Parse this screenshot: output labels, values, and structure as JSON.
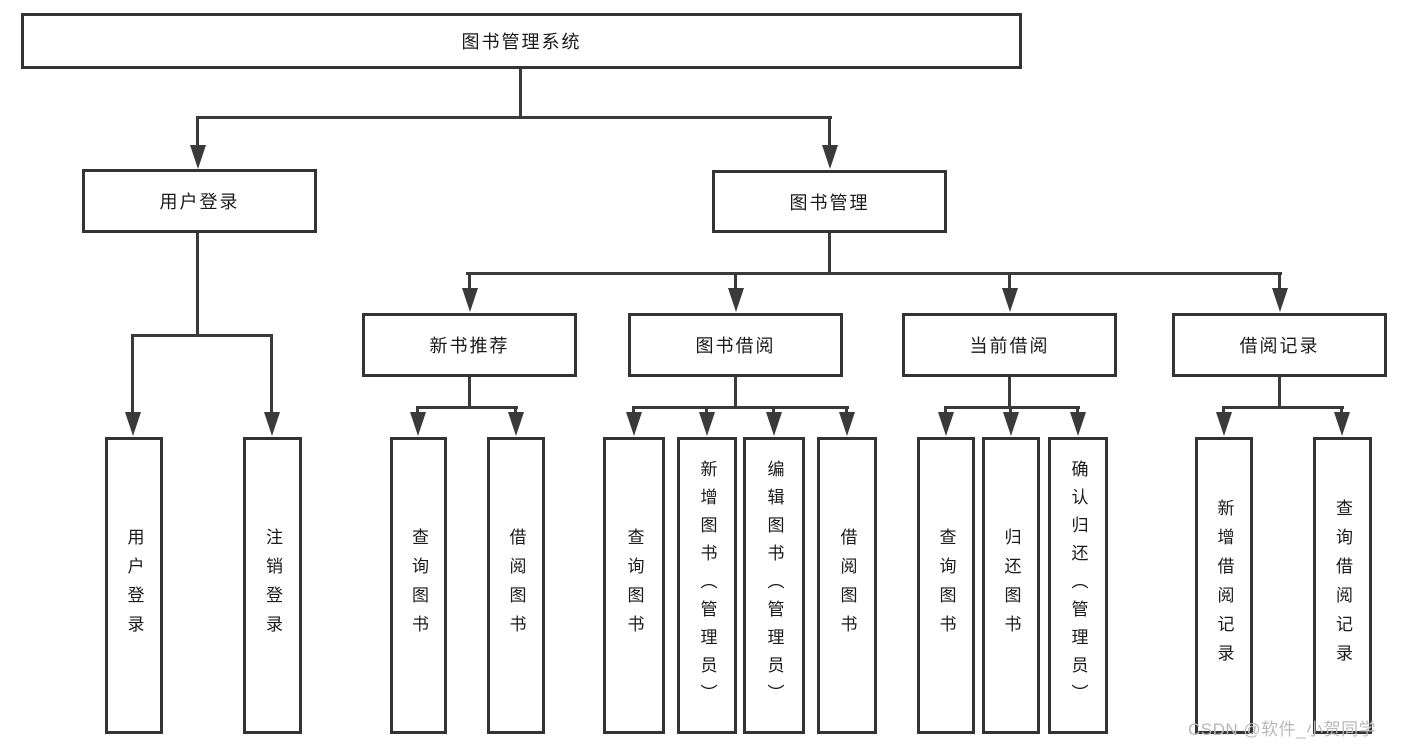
{
  "diagram": {
    "title": "图书管理系统",
    "root": {
      "label": "图书管理系统"
    },
    "level2": [
      {
        "label": "用户登录"
      },
      {
        "label": "图书管理"
      }
    ],
    "level3": [
      {
        "label": "新书推荐",
        "parent": "图书管理"
      },
      {
        "label": "图书借阅",
        "parent": "图书管理"
      },
      {
        "label": "当前借阅",
        "parent": "图书管理"
      },
      {
        "label": "借阅记录",
        "parent": "图书管理"
      }
    ],
    "leaves": [
      {
        "label": "用户登录",
        "parent": "用户登录"
      },
      {
        "label": "注销登录",
        "parent": "用户登录"
      },
      {
        "label": "查询图书",
        "parent": "新书推荐"
      },
      {
        "label": "借阅图书",
        "parent": "新书推荐"
      },
      {
        "label": "查询图书",
        "parent": "图书借阅"
      },
      {
        "label": "新增图书（管理员）",
        "parent": "图书借阅"
      },
      {
        "label": "编辑图书（管理员）",
        "parent": "图书借阅"
      },
      {
        "label": "借阅图书",
        "parent": "图书借阅"
      },
      {
        "label": "查询图书",
        "parent": "当前借阅"
      },
      {
        "label": "归还图书",
        "parent": "当前借阅"
      },
      {
        "label": "确认归还（管理员）",
        "parent": "当前借阅"
      },
      {
        "label": "新增借阅记录",
        "parent": "借阅记录"
      },
      {
        "label": "查询借阅记录",
        "parent": "借阅记录"
      }
    ]
  },
  "watermark": "CSDN @软件_小贺同学",
  "colors": {
    "line": "#3a3a3a",
    "box_border": "#333333",
    "text": "#1a1a1a",
    "watermark": "#b9b9bd",
    "background": "#ffffff"
  }
}
